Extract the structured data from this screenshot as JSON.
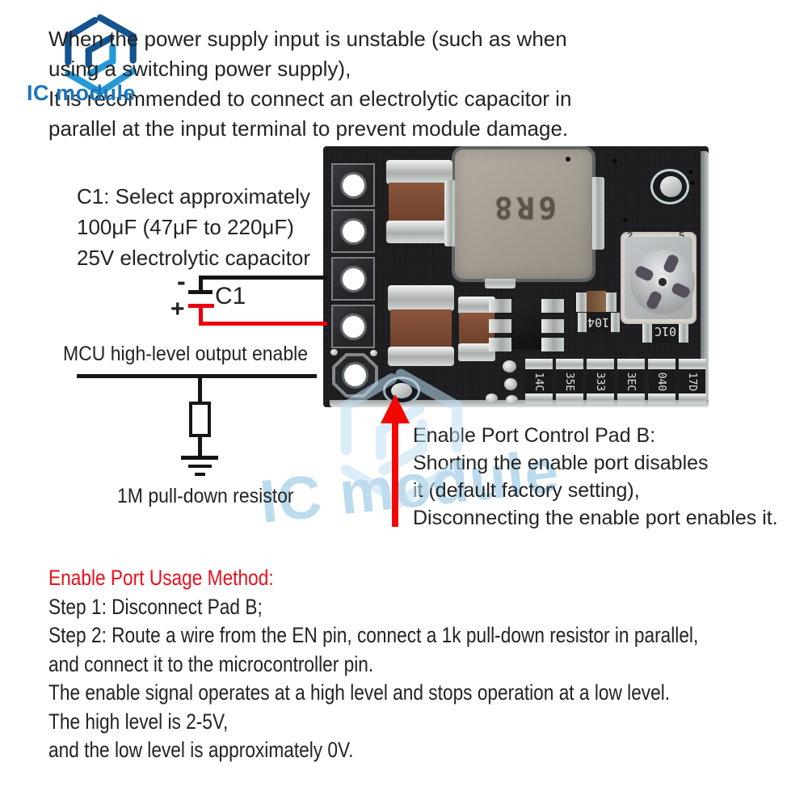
{
  "brand": {
    "name": "IC module"
  },
  "intro_note": {
    "lines": [
      "When the power supply input is unstable (such as when",
      "using a switching power supply),",
      "It is recommended to connect an electrolytic capacitor in",
      "parallel at the input terminal to prevent module damage."
    ]
  },
  "c1_note": {
    "lines": [
      "C1: Select approximately",
      "100μF (47μF to 220μF)",
      "25V electrolytic capacitor"
    ]
  },
  "schematic": {
    "minus_label": "-",
    "plus_label": "+",
    "capacitor_label": "C1",
    "mcu_label": "MCU high-level output enable",
    "resistor_label": "1M pull-down resistor"
  },
  "enable_note": {
    "lines": [
      "Enable Port Control Pad B:",
      "Shorting the enable port disables",
      "it (default factory setting),",
      "Disconnecting the enable port enables it."
    ]
  },
  "usage": {
    "heading": "Enable Port Usage Method:",
    "lines": [
      "Step 1: Disconnect Pad B;",
      "Step 2: Route a wire from the EN pin, connect a 1k pull-down resistor in parallel,",
      "and connect it to the microcontroller pin.",
      "The enable signal operates at a high level and stops operation at a low level.",
      "The high level is 2-5V,",
      "and the low level is approximately 0V."
    ]
  },
  "module": {
    "inductor_marking": "6R8",
    "trimmer_marks": [
      "2",
      "5"
    ],
    "resistor_codes": {
      "r104": "104",
      "r01c": "01C"
    },
    "bottom_resistor_codes": [
      "14C",
      "35E",
      "333",
      "3EC",
      "040",
      "17D"
    ]
  },
  "colors": {
    "accent_red": "#e8101c",
    "wire_red": "#e8000d",
    "brand_blue": "#1b75bc",
    "watermark_blue": "#b7d9ec",
    "pcb_black": "#1d1d20"
  }
}
